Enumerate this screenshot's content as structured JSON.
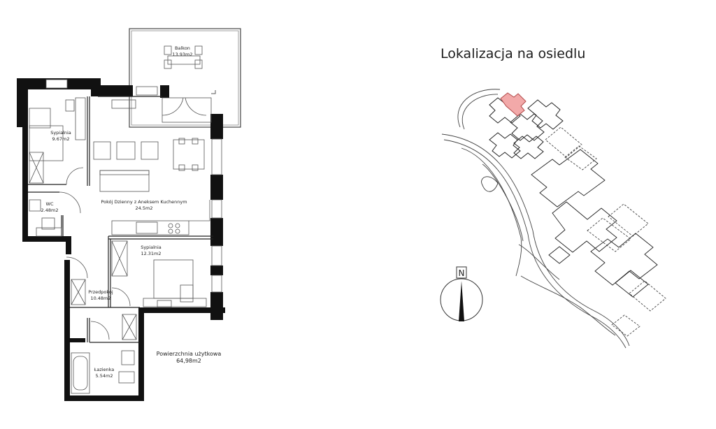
{
  "floorplan": {
    "rooms": [
      {
        "id": "balkon",
        "name": "Balkon",
        "area": "13.93m2"
      },
      {
        "id": "sypialnia1",
        "name": "Sypialnia",
        "area": "9.67m2"
      },
      {
        "id": "wc",
        "name": "WC",
        "area": "2.48m2"
      },
      {
        "id": "pokoj",
        "name": "Pokój Dzienny z Aneksem Kuchennym",
        "area": "24.5m2"
      },
      {
        "id": "sypialnia2",
        "name": "Sypialnia",
        "area": "12.31m2"
      },
      {
        "id": "przedpokoj",
        "name": "Przedpokój",
        "area": "10.48m2"
      },
      {
        "id": "lazienka",
        "name": "Łazienka",
        "area": "5.54m2"
      }
    ],
    "total": {
      "label": "Powierzchnia użytkowa",
      "value": "64,98m2"
    }
  },
  "site": {
    "title": "Lokalizacja na osiedlu",
    "compass": "N",
    "highlight_color": "#f2a9a9"
  }
}
